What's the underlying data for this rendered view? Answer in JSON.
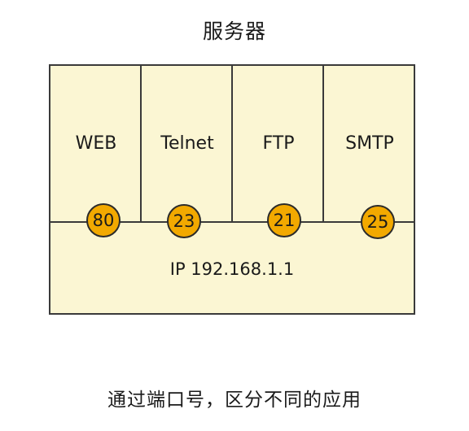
{
  "title": "服务器",
  "services": [
    {
      "name": "WEB",
      "port": "80"
    },
    {
      "name": "Telnet",
      "port": "23"
    },
    {
      "name": "FTP",
      "port": "21"
    },
    {
      "name": "SMTP",
      "port": "25"
    }
  ],
  "ip": "IP 192.168.1.1",
  "caption": "通过端口号，区分不同的应用",
  "colors": {
    "box_fill": "#fbf6d3",
    "port_fill": "#f2a900",
    "border": "#3a3a3a"
  }
}
